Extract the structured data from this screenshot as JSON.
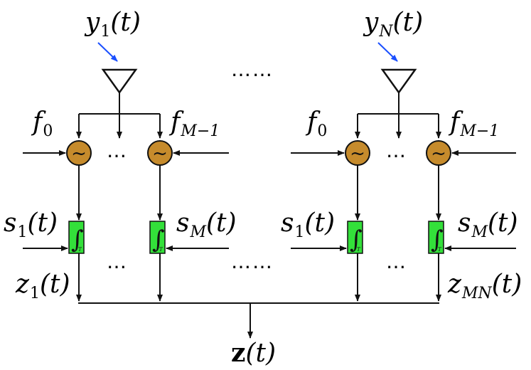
{
  "antennas": [
    {
      "label": "y",
      "sub": "1",
      "arg": "(t)"
    },
    {
      "label": "y",
      "sub": "N",
      "arg": "(t)"
    }
  ],
  "freq_first": {
    "label": "f",
    "sub": "0"
  },
  "freq_last": {
    "label": "f",
    "sub": "M−1"
  },
  "signal_first": {
    "label": "s",
    "sub": "1",
    "arg": "(t)"
  },
  "signal_last": {
    "label": "s",
    "sub": "M",
    "arg": "(t)"
  },
  "output_first": {
    "label": "z",
    "sub": "1",
    "arg": "(t)"
  },
  "output_last": {
    "label": "z",
    "sub": "MN",
    "arg": "(t)"
  },
  "final_output": {
    "label": "z",
    "arg": "(t)"
  },
  "ellipsis_short": "…",
  "ellipsis_long": "……",
  "integral_symbol": "∫",
  "integral_sub": "T",
  "mixer_symbol": "~",
  "colors": {
    "mixer_fill": "#c68b2c",
    "integrator_fill": "#33e03a",
    "pointer_arrow": "#1a4fff",
    "line": "#111111"
  }
}
